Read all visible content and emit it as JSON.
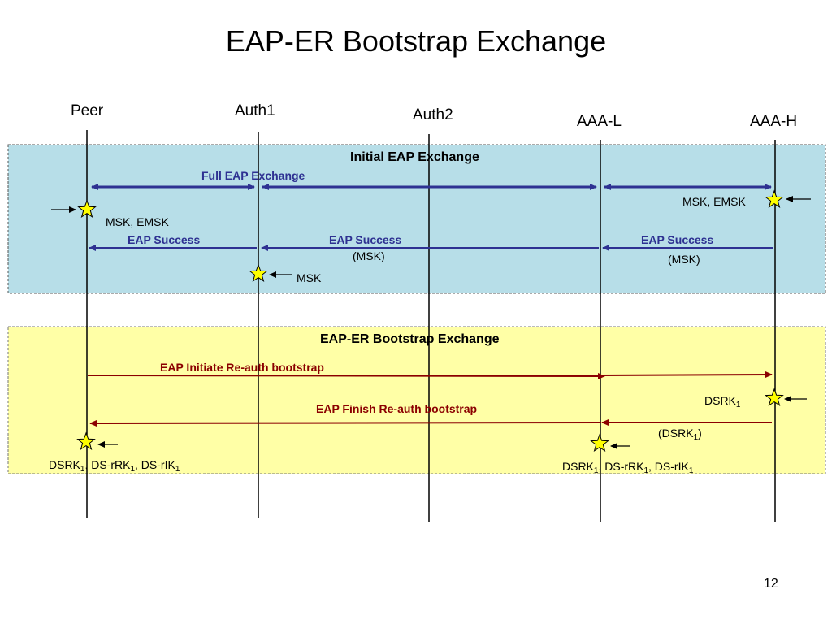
{
  "title": "EAP-ER Bootstrap Exchange",
  "slide_number": "12",
  "entities": {
    "peer": "Peer",
    "auth1": "Auth1",
    "auth2": "Auth2",
    "aaa_l": "AAA-L",
    "aaa_h": "AAA-H"
  },
  "initial_box": {
    "title": "Initial EAP Exchange",
    "full_exchange": "Full EAP Exchange",
    "eap_success": "EAP Success",
    "msk_paren": "(MSK)",
    "msk_emsk": "MSK, EMSK",
    "msk": "MSK"
  },
  "er_box": {
    "title": "EAP-ER Bootstrap Exchange",
    "initiate": "EAP Initiate Re-auth bootstrap",
    "finish": "EAP Finish Re-auth bootstrap",
    "dsrk": "DSRK",
    "dsrk_paren_open": "(DSRK",
    "dsrk_paren_close": ")",
    "dsrk_list": {
      "dsrk": "DSRK",
      "ds_rrk": ", DS-rRK",
      "ds_rik": ", DS-rIK",
      "sub": "1"
    }
  },
  "colors": {
    "initial_fill": "#b7dee8",
    "er_fill": "#ffffa6",
    "blue": "#2e3192",
    "red": "#8b0000",
    "star": "#ffff00"
  }
}
